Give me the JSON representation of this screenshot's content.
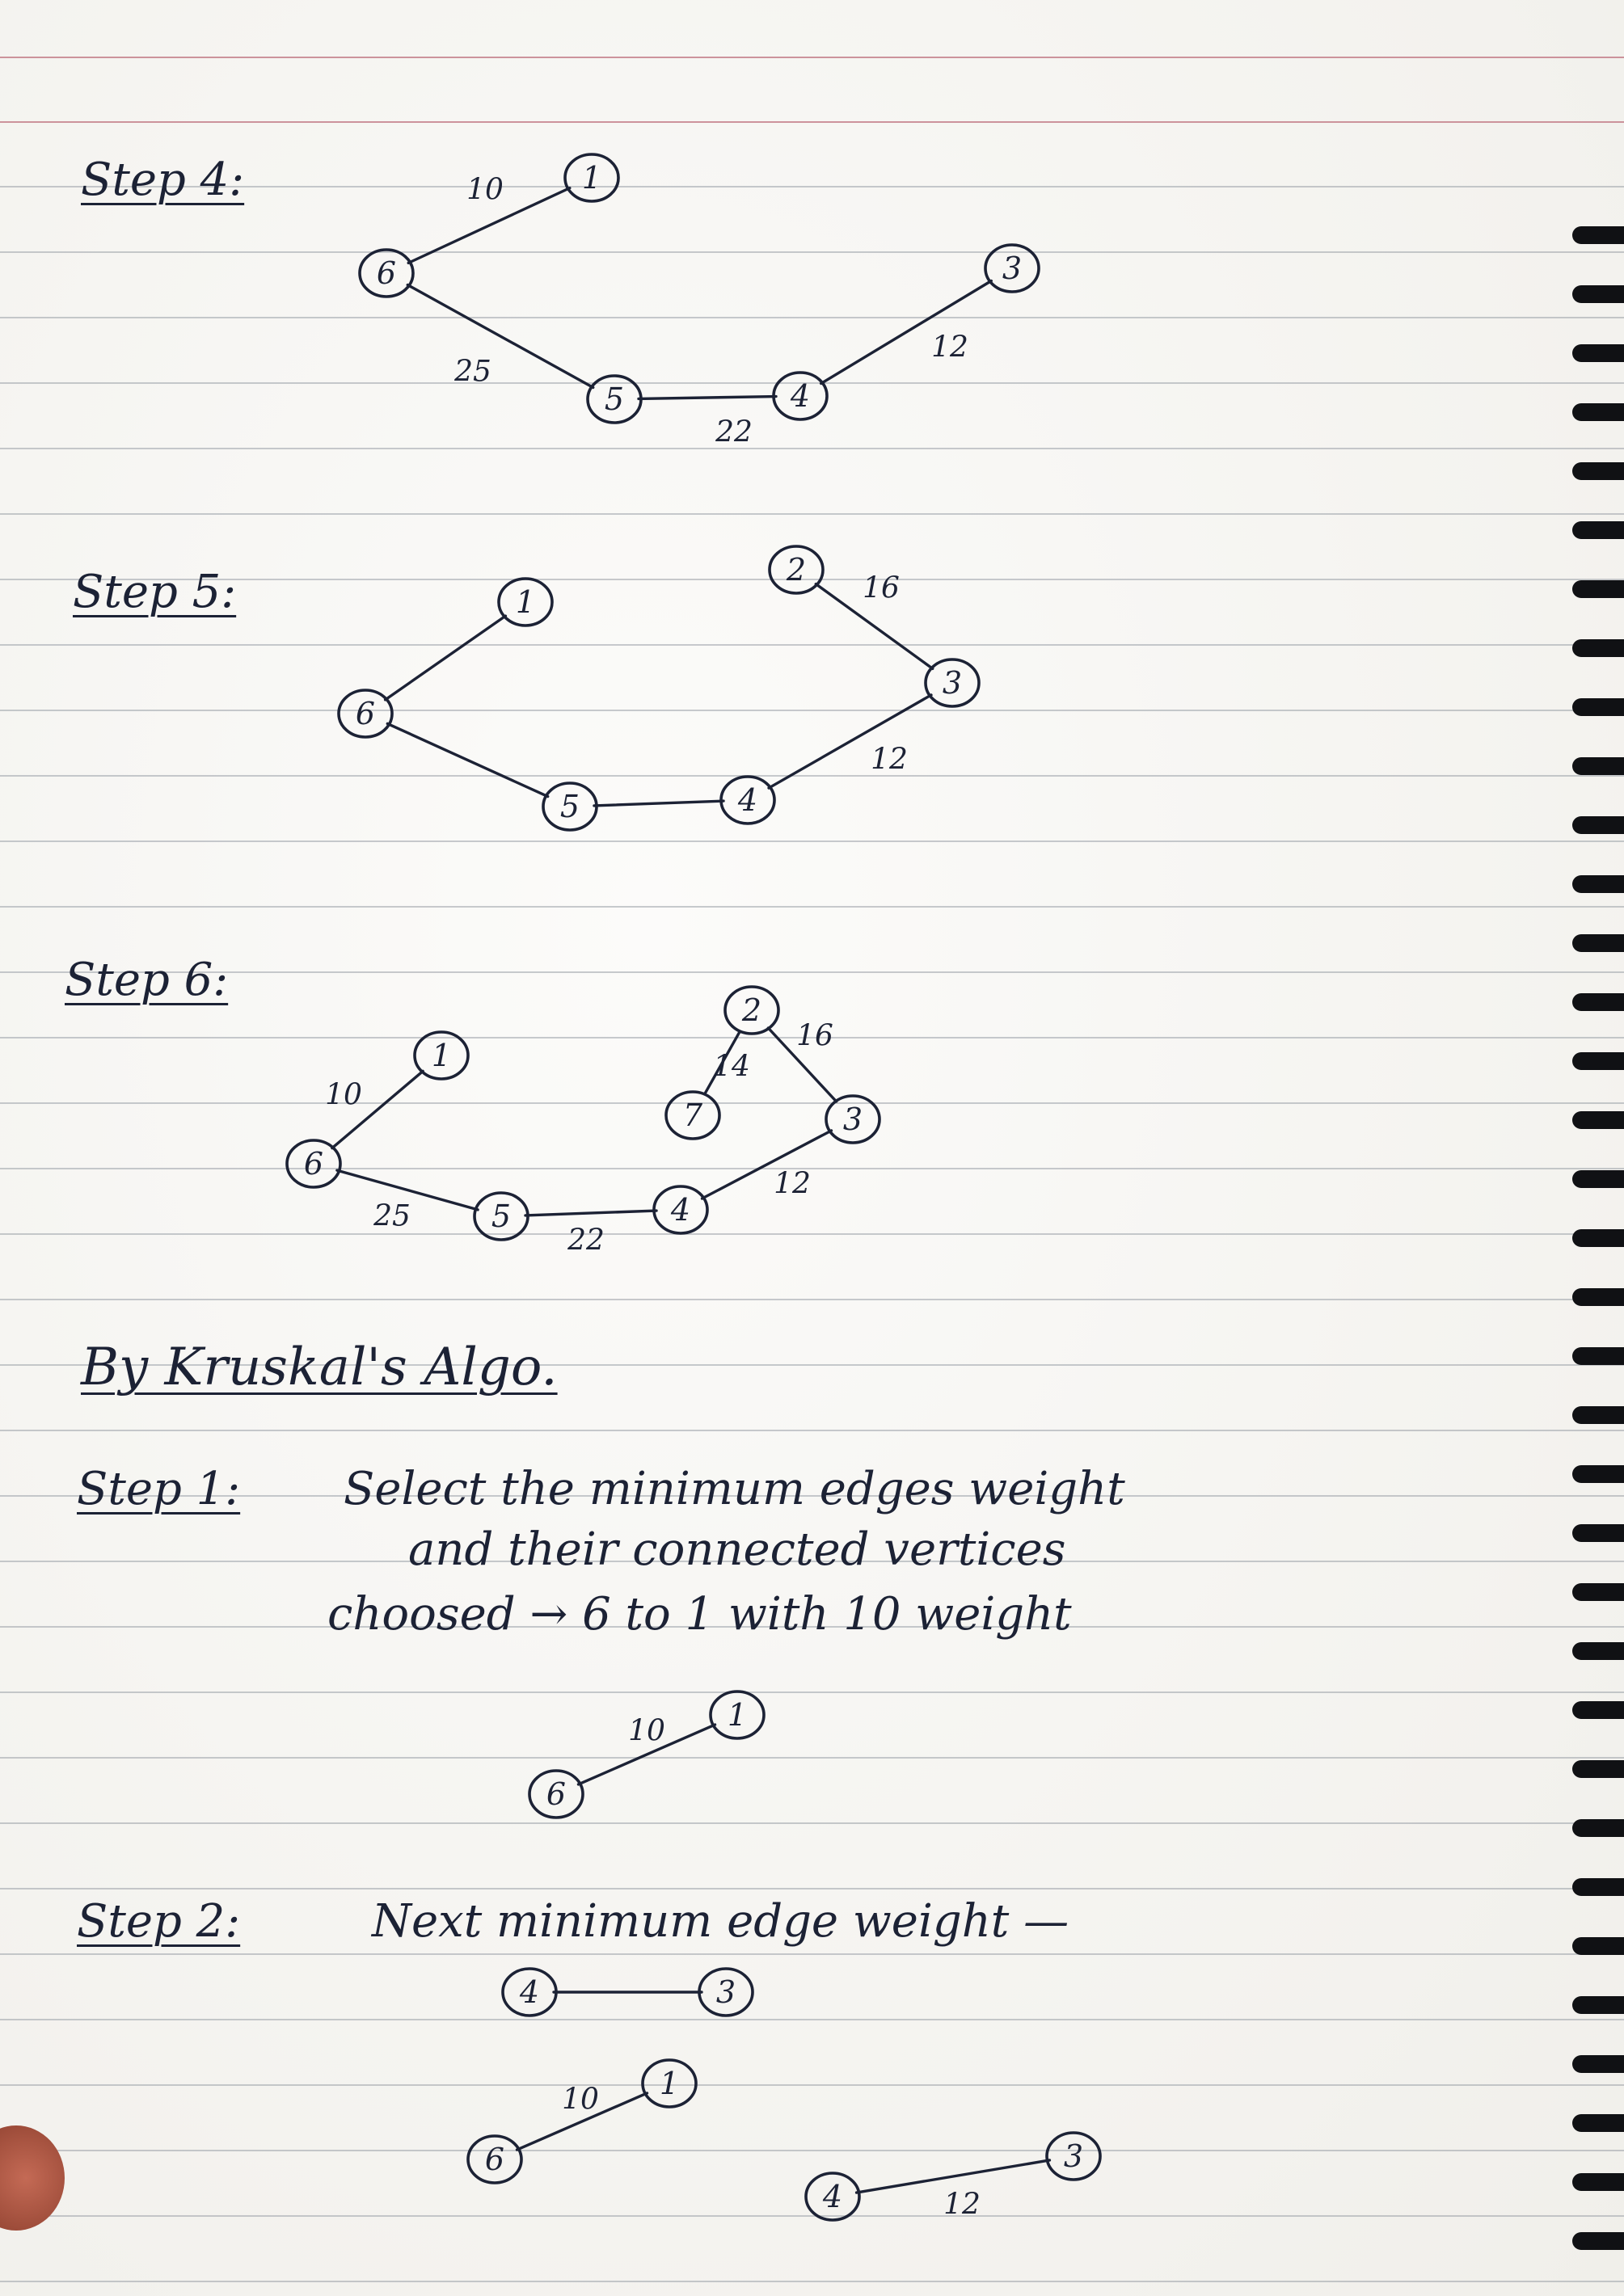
{
  "headings": {
    "step4": "Step 4:",
    "step5": "Step 5:",
    "step6": "Step 6:",
    "kruskal": "By Kruskal's Algo.",
    "kstep1": "Step 1:",
    "kstep2": "Step 2:"
  },
  "text": {
    "kstep1_line1": "Select the minimum edges weight",
    "kstep1_line2": "and their connected vertices",
    "kstep1_line3": "choosed → 6 to 1 with 10 weight",
    "kstep2_line1": "Next minimum edge weight —"
  },
  "graphs": {
    "step4": {
      "nodes": [
        "1",
        "6",
        "3",
        "5",
        "4"
      ],
      "edges": [
        {
          "from": "6",
          "to": "1",
          "weight": "10"
        },
        {
          "from": "6",
          "to": "5",
          "weight": "25"
        },
        {
          "from": "5",
          "to": "4",
          "weight": "22"
        },
        {
          "from": "4",
          "to": "3",
          "weight": "12"
        }
      ]
    },
    "step5": {
      "nodes": [
        "1",
        "2",
        "6",
        "3",
        "5",
        "4"
      ],
      "edges": [
        {
          "from": "6",
          "to": "1",
          "weight": ""
        },
        {
          "from": "2",
          "to": "3",
          "weight": "16"
        },
        {
          "from": "6",
          "to": "5",
          "weight": ""
        },
        {
          "from": "5",
          "to": "4",
          "weight": ""
        },
        {
          "from": "4",
          "to": "3",
          "weight": "12"
        }
      ]
    },
    "step6": {
      "nodes": [
        "1",
        "2",
        "7",
        "3",
        "6",
        "5",
        "4"
      ],
      "edges": [
        {
          "from": "6",
          "to": "1",
          "weight": "10"
        },
        {
          "from": "2",
          "to": "7",
          "weight": "14"
        },
        {
          "from": "2",
          "to": "3",
          "weight": "16"
        },
        {
          "from": "6",
          "to": "5",
          "weight": "25"
        },
        {
          "from": "4",
          "to": "5",
          "weight": "22"
        },
        {
          "from": "4",
          "to": "3",
          "weight": "12"
        }
      ]
    },
    "kstep1": {
      "nodes": [
        "1",
        "6"
      ],
      "edges": [
        {
          "from": "6",
          "to": "1",
          "weight": "10"
        }
      ]
    },
    "kstep2_pair": {
      "nodes": [
        "4",
        "3"
      ],
      "edges": [
        {
          "from": "4",
          "to": "3",
          "weight": ""
        }
      ]
    },
    "kstep2": {
      "nodes": [
        "1",
        "6",
        "4",
        "3"
      ],
      "edges": [
        {
          "from": "6",
          "to": "1",
          "weight": "10"
        },
        {
          "from": "4",
          "to": "3",
          "weight": "12"
        }
      ]
    }
  },
  "colors": {
    "ink": "#1c2235",
    "paper": "#f7f6f2",
    "ruling": "#9aa0a8",
    "margin": "#c27a86"
  }
}
